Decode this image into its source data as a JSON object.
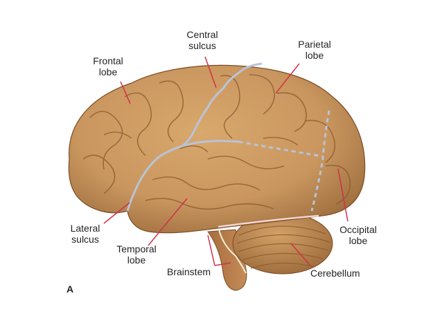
{
  "figure": {
    "panel_letter": "A",
    "labels": {
      "central_sulcus": "Central\nsulcus",
      "frontal_lobe": "Frontal\nlobe",
      "parietal_lobe": "Parietal\nlobe",
      "lateral_sulcus": "Lateral\nsulcus",
      "temporal_lobe": "Temporal\nlobe",
      "occipital_lobe": "Occipital\nlobe",
      "brainstem": "Brainstem",
      "cerebellum": "Cerebellum"
    }
  },
  "colors": {
    "background": "#ffffff",
    "cortex": "#c9965f",
    "cortex_dark": "#8a5a2e",
    "sulcus_line": "#b9c3d9",
    "cerebellum_border": "#f2d6d6",
    "leader_line": "#d0304a",
    "text": "#222222"
  }
}
